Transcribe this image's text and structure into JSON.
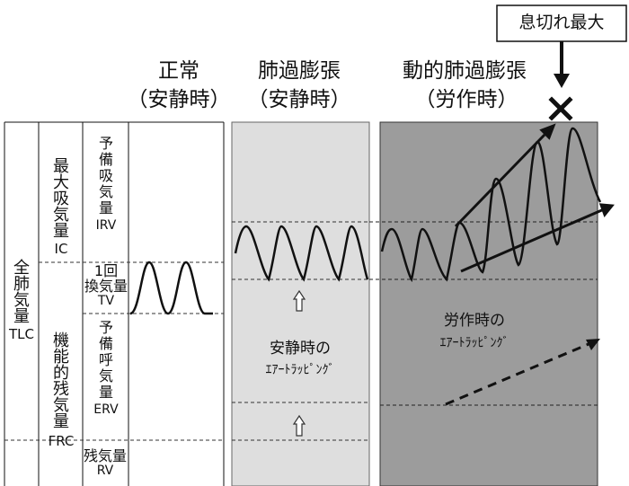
{
  "callout": {
    "label": "息切れ最大"
  },
  "columns": {
    "normal": {
      "title_line1": "正常",
      "title_line2": "（安静時）"
    },
    "hyperinflation": {
      "title_line1": "肺過膨張",
      "title_line2": "（安静時）"
    },
    "dynamic": {
      "title_line1": "動的肺過膨張",
      "title_line2": "（労作時）"
    }
  },
  "labels": {
    "tlc_chars": [
      "全",
      "肺",
      "気",
      "量"
    ],
    "tlc_abbr": "TLC",
    "ic_chars": [
      "最",
      "大",
      "吸",
      "気",
      "量"
    ],
    "ic_abbr": "IC",
    "frc_chars": [
      "機",
      "能",
      "的",
      "残",
      "気",
      "量"
    ],
    "frc_abbr": "FRC",
    "irv_chars": [
      "予",
      "備",
      "吸",
      "気",
      "量"
    ],
    "irv_abbr": "IRV",
    "tv_line1": "1回",
    "tv_line2": "換気量",
    "tv_abbr": "TV",
    "erv_chars": [
      "予",
      "備",
      "呼",
      "気",
      "量"
    ],
    "erv_abbr": "ERV",
    "rv_label": "残気量",
    "rv_abbr": "RV"
  },
  "annotations": {
    "rest_trapping_line1": "安静時の",
    "rest_trapping_line2": "ｴｱｰﾄﾗｯﾋﾟﾝｸﾞ",
    "exertion_trapping_line1": "労作時の",
    "exertion_trapping_line2": "ｴｱｰﾄﾗｯﾋﾟﾝｸﾞ"
  },
  "colors": {
    "line": "#111111",
    "panel_light": "#dedede",
    "panel_dark": "#9c9c9c",
    "dashed": "#333333"
  }
}
